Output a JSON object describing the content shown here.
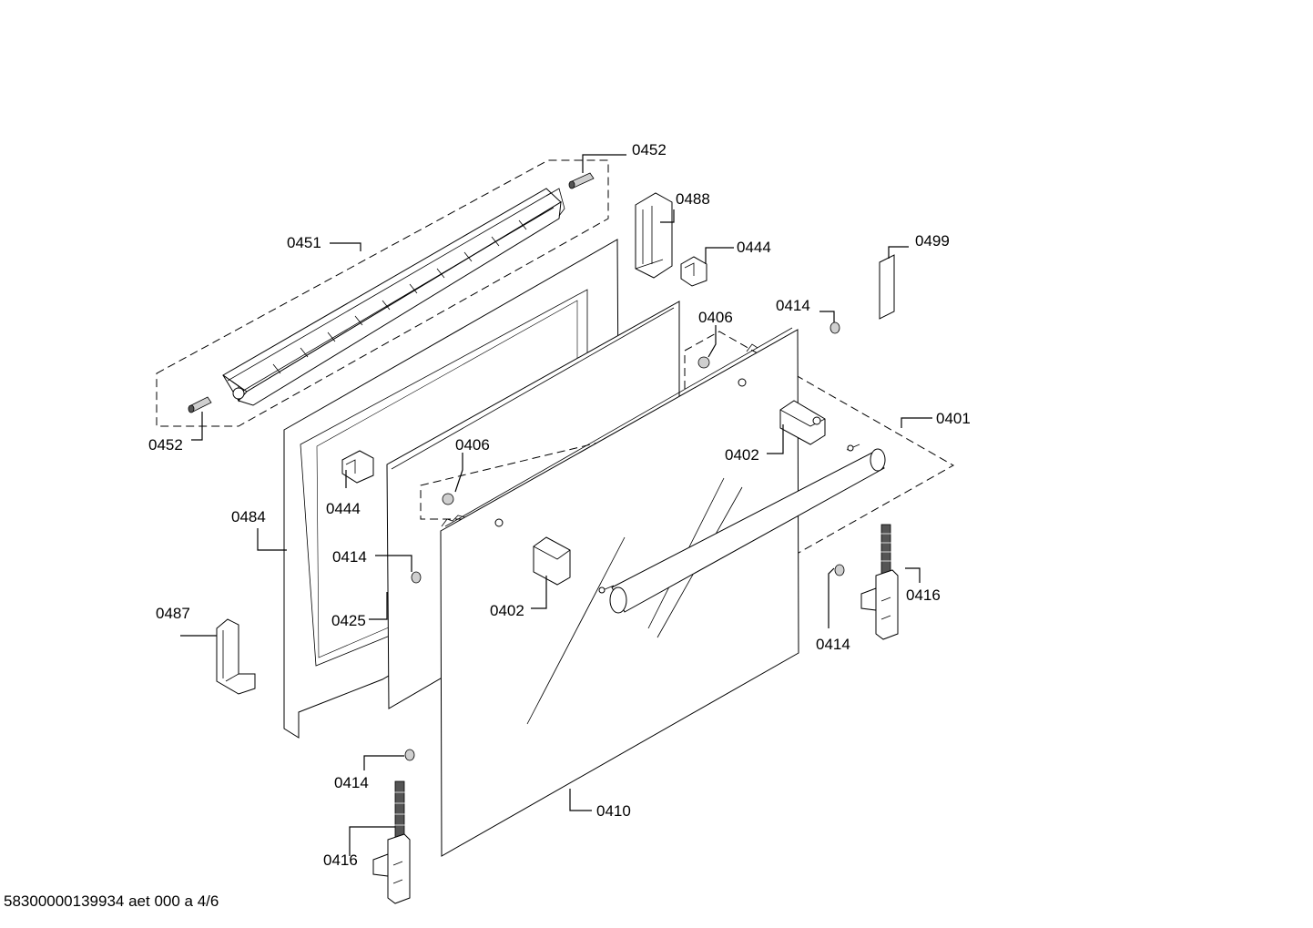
{
  "callouts": {
    "c0452_top": "0452",
    "c0452_bottom": "0452",
    "c0451": "0451",
    "c0488": "0488",
    "c0444_right": "0444",
    "c0444_left": "0444",
    "c0499": "0499",
    "c0414_top": "0414",
    "c0414_mid": "0414",
    "c0414_right": "0414",
    "c0414_bottom": "0414",
    "c0406_top": "0406",
    "c0406_mid": "0406",
    "c0401": "0401",
    "c0402_right": "0402",
    "c0402_left": "0402",
    "c0484": "0484",
    "c0425": "0425",
    "c0487": "0487",
    "c0416_right": "0416",
    "c0416_bottom": "0416",
    "c0410": "0410"
  },
  "footer": {
    "drawing_id": "58300000139934 aet 000 a 4/6"
  }
}
